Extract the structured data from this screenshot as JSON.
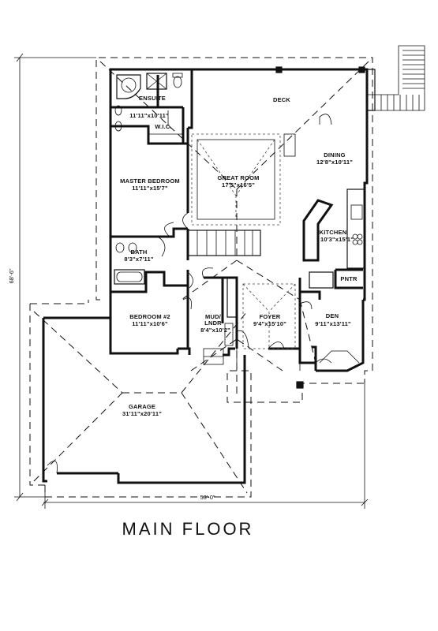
{
  "plan": {
    "title": "MAIN FLOOR",
    "overall_depth": "68'-6\"",
    "overall_width": "53'-0\"",
    "rooms": {
      "ensuite": {
        "name": "ENSUITE",
        "size": "11'11\"x10'11\""
      },
      "wic": {
        "name": "W.I.C."
      },
      "deck": {
        "name": "DECK"
      },
      "great_room": {
        "name": "GREAT ROOM",
        "size": "17'5\"x16'5\""
      },
      "dining": {
        "name": "DINING",
        "size": "12'8\"x10'11\""
      },
      "master_bedroom": {
        "name": "MASTER BEDROOM",
        "size": "11'11\"x15'7\""
      },
      "kitchen": {
        "name": "KITCHEN",
        "size": "10'3\"x15'1\""
      },
      "bath": {
        "name": "BATH",
        "size": "8'3\"x7'11\""
      },
      "pantry": {
        "name": "PNTR"
      },
      "bedroom2": {
        "name": "BEDROOM #2",
        "size": "11'11\"x10'6\""
      },
      "mud_lndr": {
        "name": "MUD/",
        "name2": "LNDR",
        "size": "8'4\"x10'2\""
      },
      "foyer": {
        "name": "FOYER",
        "size": "9'4\"x15'10\""
      },
      "den": {
        "name": "DEN",
        "size": "9'11\"x13'11\""
      },
      "garage": {
        "name": "GARAGE",
        "size": "31'11\"x20'11\""
      }
    }
  }
}
